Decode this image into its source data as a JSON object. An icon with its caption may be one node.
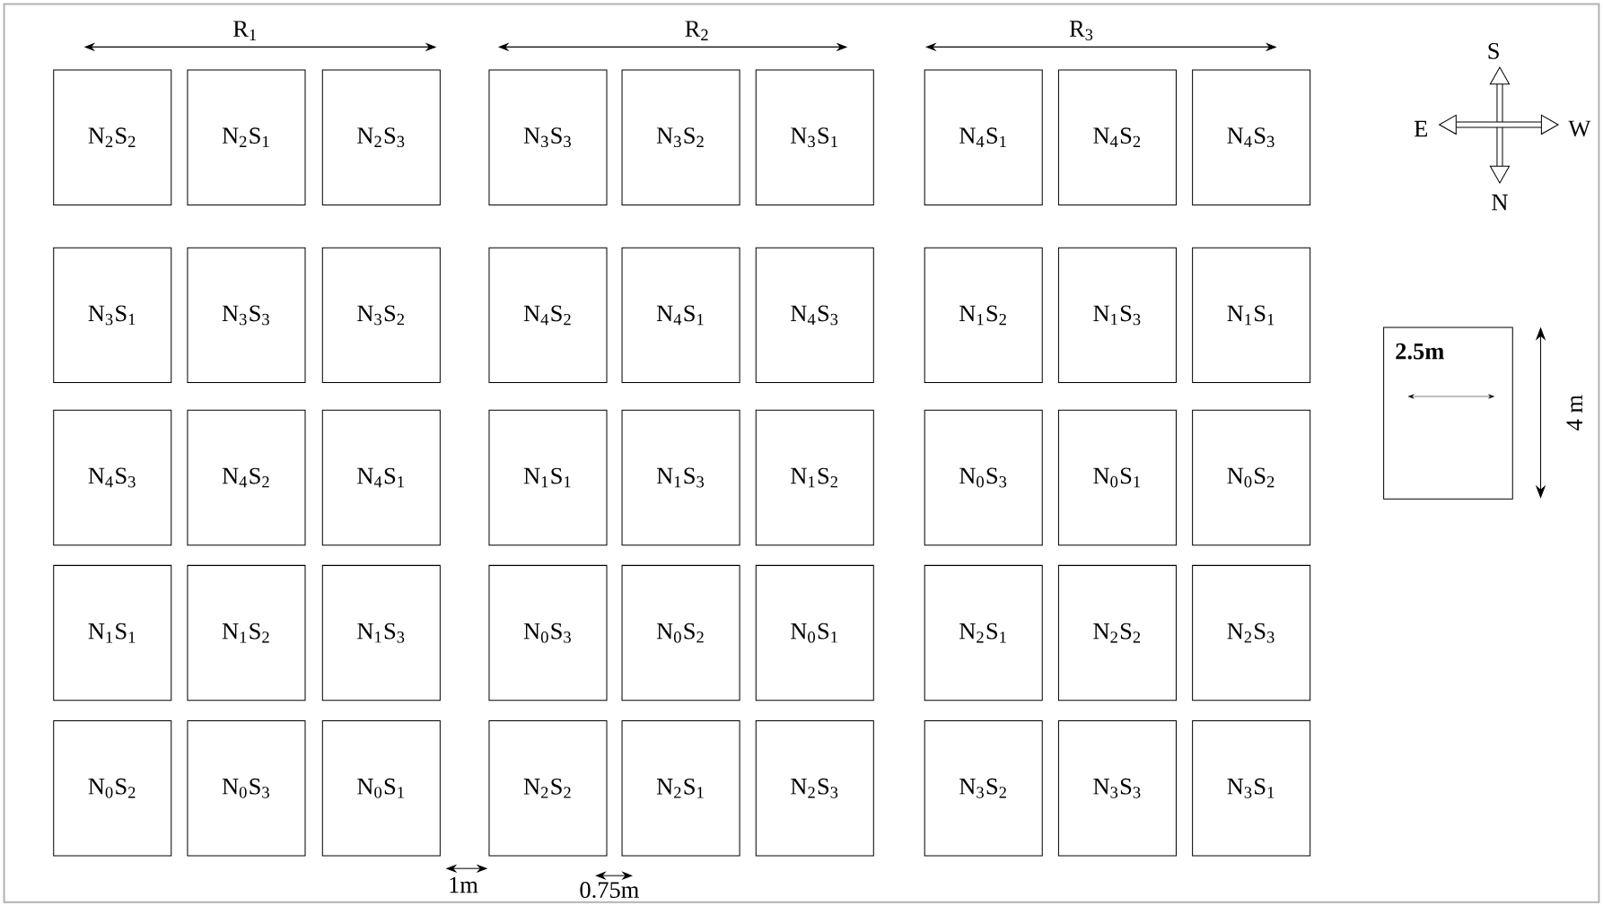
{
  "diagram": {
    "nodes": [
      {
        "text": [
          "N$_{2}$S$_{2}$"
        ]
      },
      {
        "text": [
          "N$_{2}$S$_{1}$"
        ]
      },
      {
        "text": [
          "N$_{2}$S$_{3}$"
        ]
      },
      {
        "text": [
          "N$_{3}$S$_{3}$"
        ]
      },
      {
        "text": [
          "N$_{3}$S$_{2}$"
        ]
      },
      {
        "text": [
          "N$_{3}$S$_{1}$"
        ]
      },
      {
        "text": [
          "N$_{4}$S$_{1}$"
        ]
      },
      {
        "text": [
          "N$_{4}$S$_{2}$"
        ]
      },
      {
        "text": [
          "N$_{4}$S$_{3}$"
        ]
      },
      {
        "text": [
          "N$_{3}$S$_{1}$"
        ]
      },
      {
        "text": [
          "N$_{3}$S$_{3}$"
        ]
      },
      {
        "text": [
          "N$_{3}$S$_{2}$"
        ]
      },
      {
        "text": [
          "N$_{4}$S$_{2}$"
        ]
      },
      {
        "text": [
          "N$_{4}$S$_{1}$"
        ]
      },
      {
        "text": [
          "N$_{4}$S$_{3}$"
        ]
      },
      {
        "text": [
          "N$_{1}$S$_{2}$"
        ]
      },
      {
        "text": [
          "N$_{1}$S$_{3}$"
        ]
      },
      {
        "text": [
          "N$_{1}$S$_{1}$"
        ]
      },
      {
        "text": [
          "N$_{4}$S$_{3}$"
        ]
      },
      {
        "text": [
          "N$_{4}$S$_{2}$"
        ]
      },
      {
        "text": [
          "N$_{4}$S$_{1}$"
        ]
      },
      {
        "text": [
          "N$_{1}$S$_{1}$"
        ]
      },
      {
        "text": [
          "N$_{1}$S$_{3}$"
        ]
      },
      {
        "text": [
          "N$_{1}$S$_{2}$"
        ]
      },
      {
        "text": [
          "N$_{0}$S$_{3}$"
        ]
      },
      {
        "text": [
          "N$_{0}$S$_{1}$"
        ]
      },
      {
        "text": [
          "N$_{0}$S$_{2}$"
        ]
      },
      {
        "text": [
          "N$_{1}$S$_{1}$"
        ]
      },
      {
        "text": [
          "N$_{1}$S$_{2}$"
        ]
      },
      {
        "text": [
          "N$_{1}$S$_{3}$"
        ]
      },
      {
        "text": [
          "N$_{0}$S$_{3}$"
        ]
      },
      {
        "text": [
          "N$_{0}$S$_{2}$"
        ]
      },
      {
        "text": [
          "N$_{0}$S$_{1}$"
        ]
      },
      {
        "text": [
          "N$_{2}$S$_{1}$"
        ]
      },
      {
        "text": [
          "N$_{2}$S$_{2}$"
        ]
      },
      {
        "text": [
          "N$_{2}$S$_{3}$"
        ]
      },
      {
        "text": [
          "N$_{0}$S$_{2}$"
        ]
      },
      {
        "text": [
          "N$_{0}$S$_{3}$"
        ]
      },
      {
        "text": [
          "N$_{0}$S$_{1}$"
        ]
      },
      {
        "text": [
          "N$_{2}$S$_{2}$"
        ]
      },
      {
        "text": [
          "N$_{2}$S$_{1}$"
        ]
      },
      {
        "text": [
          "N$_{2}$S$_{3}$"
        ]
      },
      {
        "text": [
          "N$_{3}$S$_{2}$"
        ]
      },
      {
        "text": [
          "N$_{3}$S$_{3}$"
        ]
      },
      {
        "text": [
          "N$_{3}$S$_{1}$"
        ]
      },
      {
        "text": [
          "2.5m"
        ]
      }
    ],
    "labels": [
      "R$_{1}$",
      "R$_{2}$",
      "R$_{3}$",
      "S",
      "E",
      "W",
      "N",
      "4 m",
      "1m",
      "0.75m"
    ]
  }
}
